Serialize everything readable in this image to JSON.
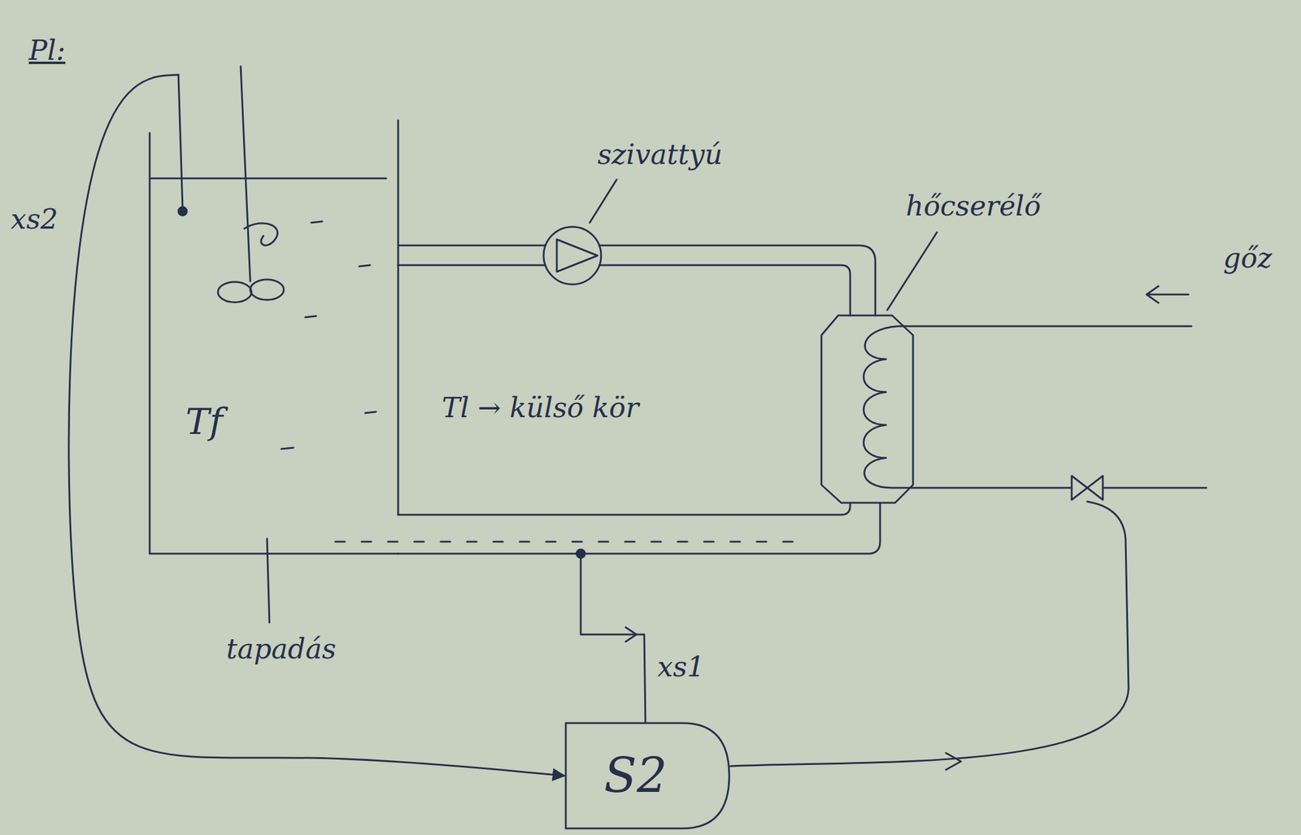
{
  "diagram": {
    "nodes": [
      {
        "text": [
          "Tf"
        ]
      },
      {
        "text": [
          "S2"
        ]
      }
    ],
    "edges": [
      {
        "from": 0,
        "to": 1,
        "arrow": "to",
        "label": "xs2"
      }
    ],
    "labels": [
      "Pl:",
      "szivattyú",
      "hőcserélő",
      "gőz",
      "Tl → külső kör",
      "tapadás",
      "xs1"
    ]
  }
}
